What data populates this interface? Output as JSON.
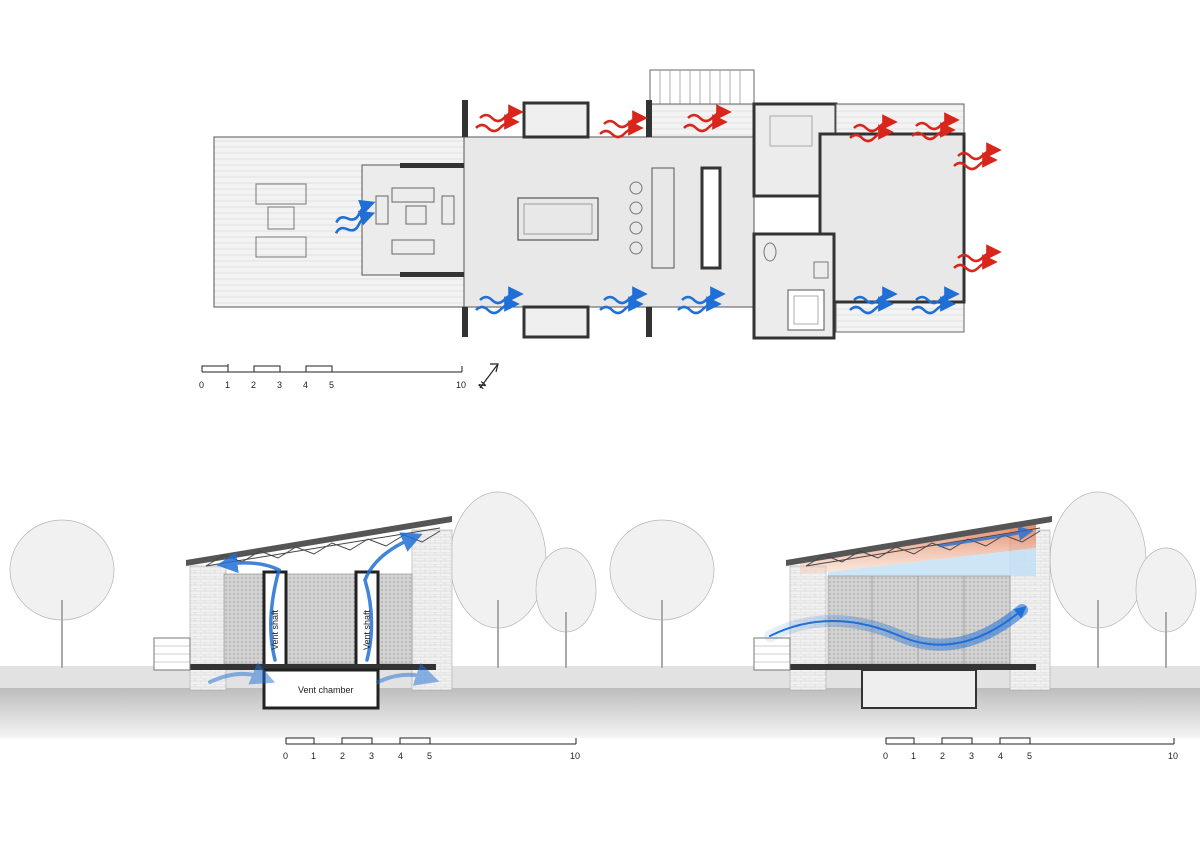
{
  "plan": {
    "scale_bar": {
      "ticks": [
        "0",
        "1",
        "2",
        "3",
        "4",
        "5",
        "10"
      ]
    },
    "north_arrow_letter": "N"
  },
  "section_left": {
    "labels": {
      "vent_chamber": "Vent chamber",
      "vent_shaft": "Vent shaft"
    },
    "scale_bar": {
      "ticks": [
        "0",
        "1",
        "2",
        "3",
        "4",
        "5",
        "10"
      ]
    }
  },
  "section_right": {
    "scale_bar": {
      "ticks": [
        "0",
        "1",
        "2",
        "3",
        "4",
        "5",
        "10"
      ]
    }
  },
  "colors": {
    "cool_air": "#1f6fd6",
    "warm_air": "#d8261c",
    "wall": "#3a3a3a",
    "floor_fill": "#e6e6e6",
    "deck_fill": "#efefef",
    "ground": "#d9d9d9",
    "roof_warm": "#e59a78",
    "ceiling_cool": "#bfe0f5"
  }
}
